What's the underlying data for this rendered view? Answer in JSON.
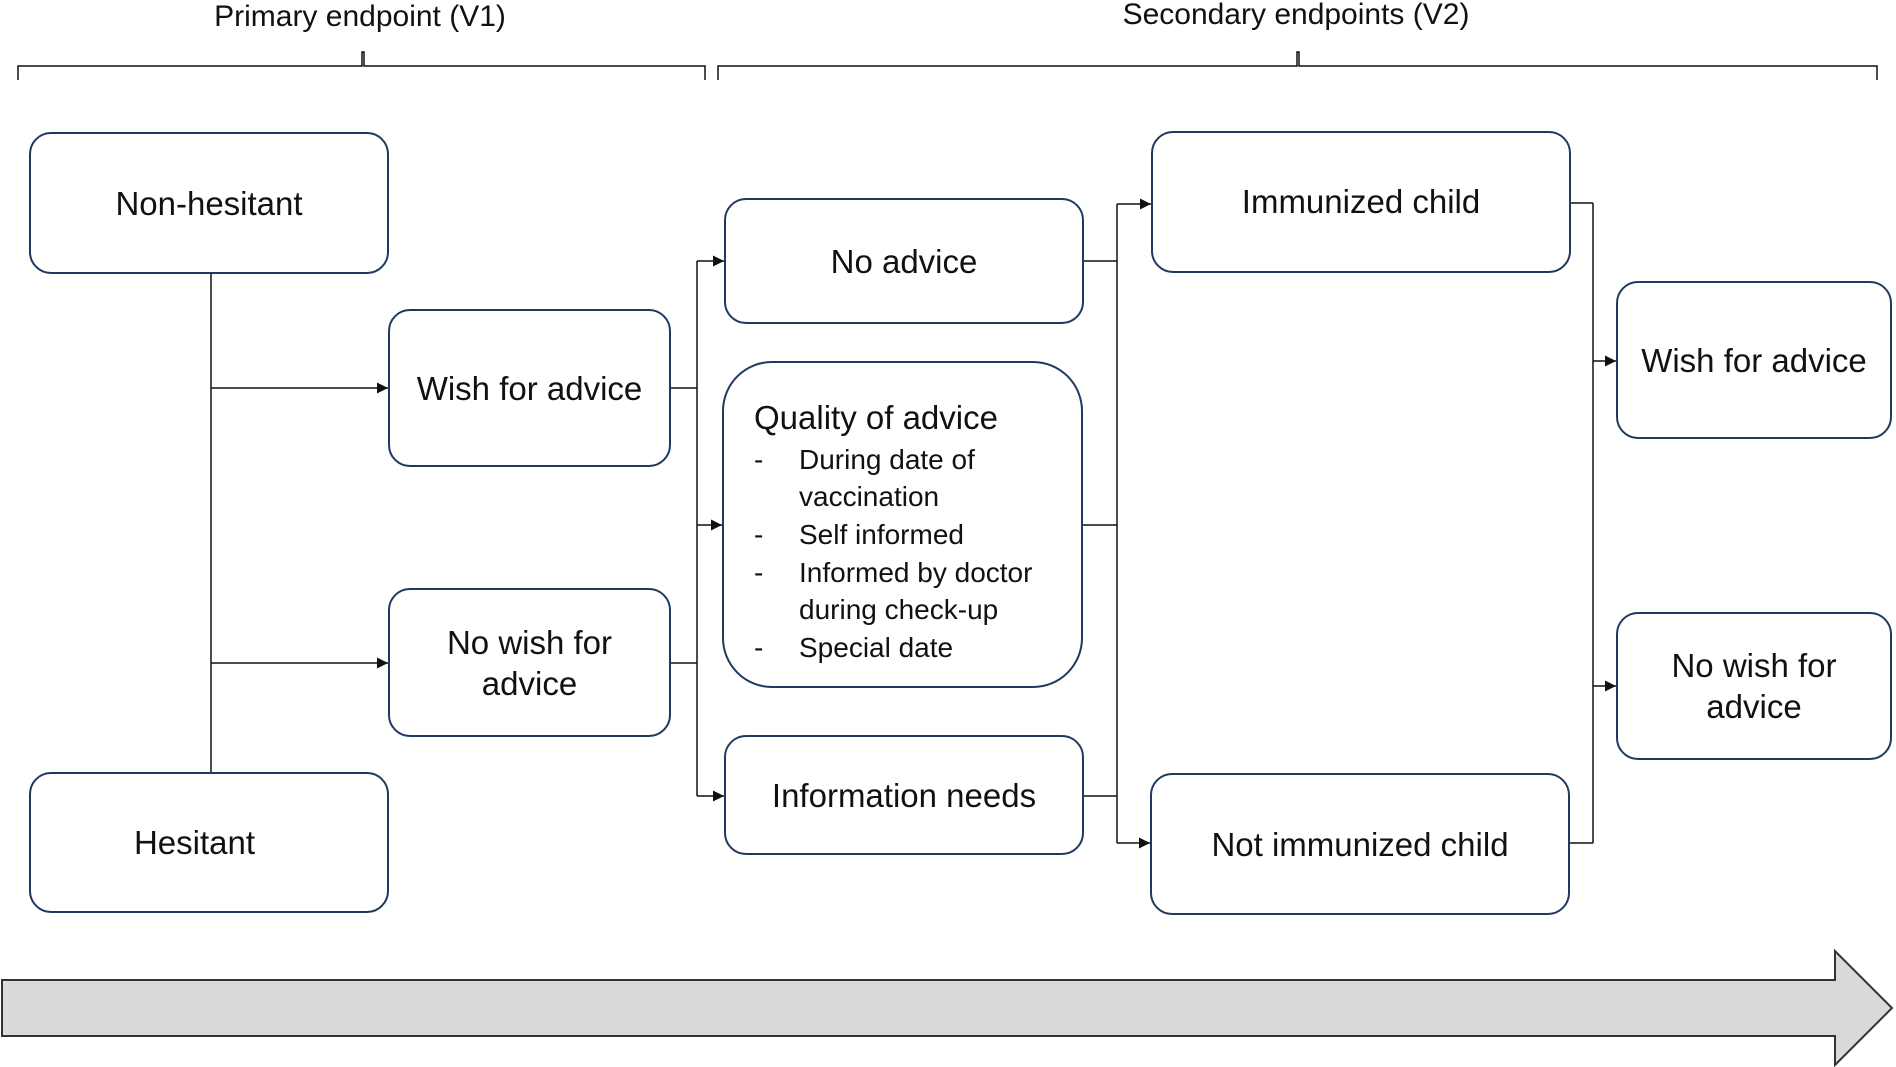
{
  "headers": {
    "primary": "Primary endpoint (V1)",
    "secondary": "Secondary endpoints (V2)"
  },
  "nodes": {
    "non_hesitant": "Non-hesitant",
    "hesitant": "Hesitant",
    "wish_for_advice_v1": "Wish for advice",
    "no_wish_for_advice_v1": "No wish for advice",
    "no_advice": "No advice",
    "quality_of_advice": {
      "title": "Quality of advice",
      "items": [
        "During date of vaccination",
        "Self informed",
        "Informed by doctor during check-up",
        "Special date"
      ]
    },
    "information_needs": "Information needs",
    "immunized_child": "Immunized child",
    "not_immunized_child": "Not immunized child",
    "wish_for_advice_v2": "Wish for advice",
    "no_wish_for_advice_v2": "No wish for advice"
  },
  "colors": {
    "box_border": "#1f3a5f",
    "connector": "#111111",
    "timeline_fill": "#d9d9d9",
    "timeline_stroke": "#333333"
  }
}
